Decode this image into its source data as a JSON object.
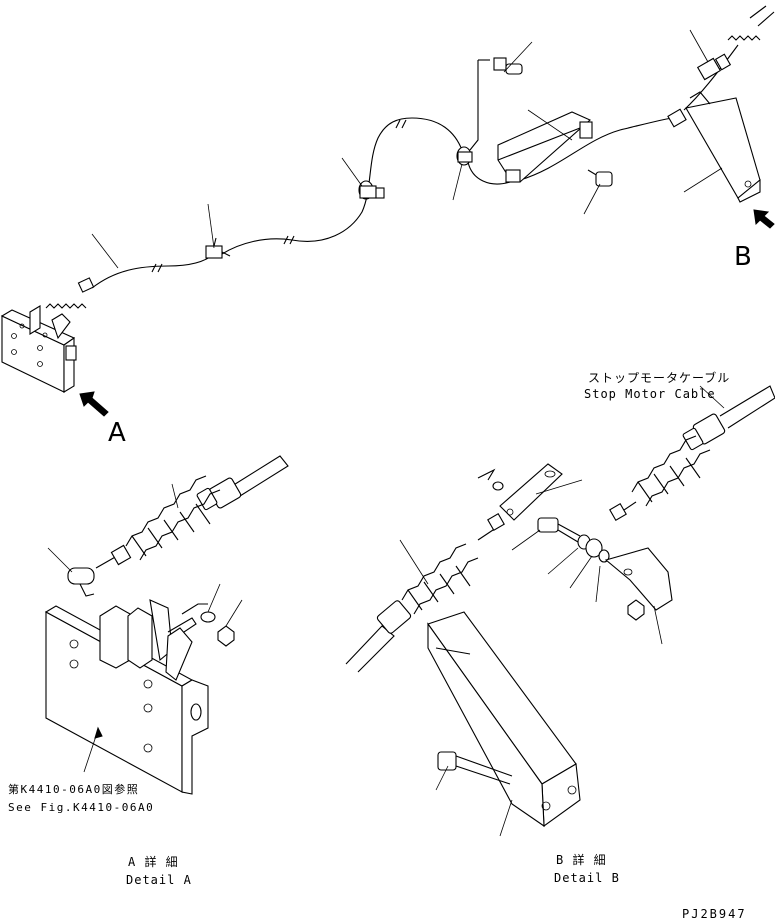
{
  "labels": {
    "view_a": "A",
    "view_b": "B",
    "cable_jp": "ストップモータケーブル",
    "cable_en": "Stop Motor Cable",
    "see_fig_jp": "第K4410-06A0図参照",
    "see_fig_en": "See Fig.K4410-06A0",
    "detail_a_jp": "A 詳 細",
    "detail_a_en": "Detail A",
    "detail_b_jp": "B 詳 細",
    "detail_b_en": "Detail B",
    "drawing_no": "PJ2B947"
  },
  "colors": {
    "line": "#000000",
    "background": "#ffffff"
  }
}
